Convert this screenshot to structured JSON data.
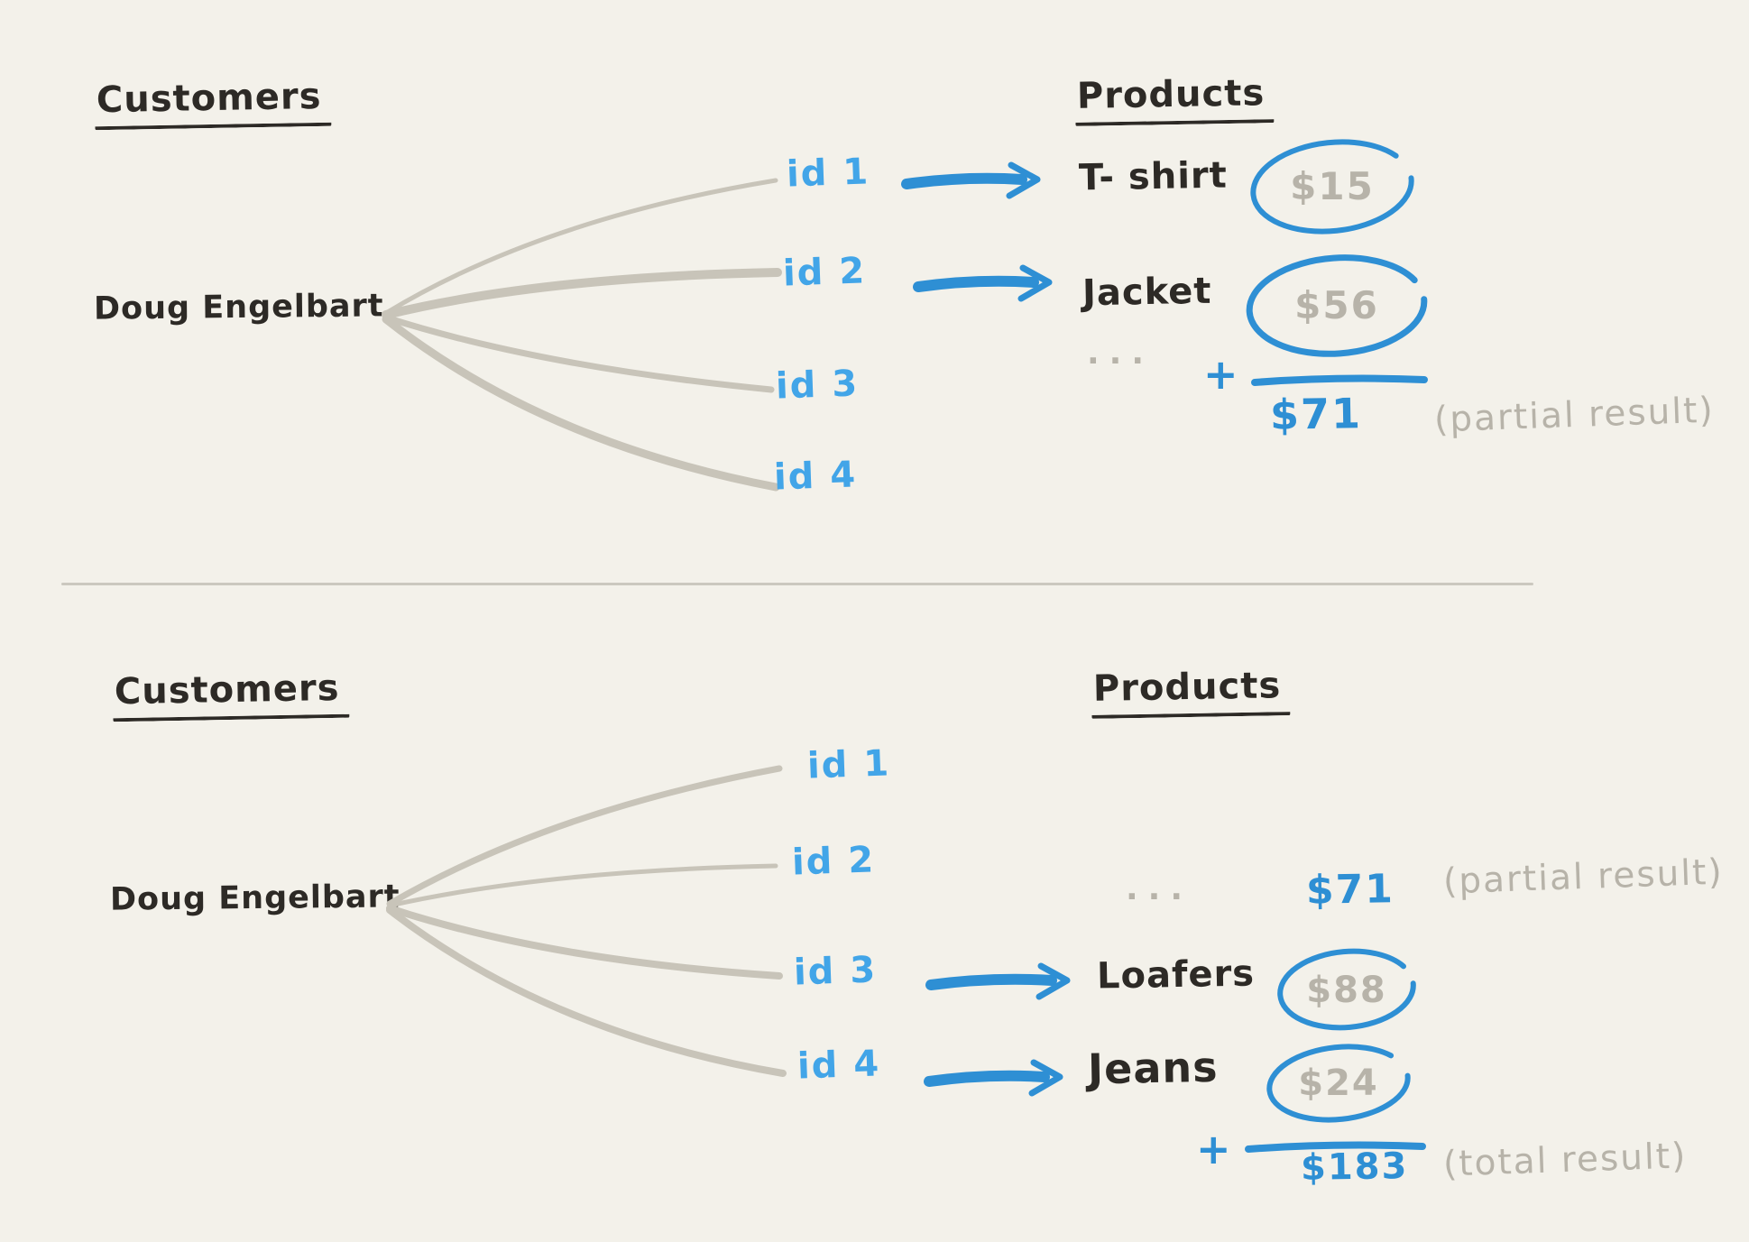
{
  "colors": {
    "bg": "#f3f1ea",
    "ink": "#2d2a26",
    "blue": "#2e8fd4",
    "blue_light": "#42a5e8",
    "gray": "#b7b3a9",
    "fan": "#c8c4b9",
    "divider": "#cbc8bf"
  },
  "top": {
    "customers": "Customers",
    "products": "Products",
    "customer": "Doug Engelbart",
    "id1": "id 1",
    "id2": "id 2",
    "id3": "id 3",
    "id4": "id 4",
    "product1": "T- shirt",
    "price1": "$15",
    "product2": "Jacket",
    "price2": "$56",
    "dots": "...",
    "plus": "+",
    "sum": "$71",
    "note": "(partial result)"
  },
  "bottom": {
    "customers": "Customers",
    "products": "Products",
    "customer": "Doug Engelbart",
    "id1": "id 1",
    "id2": "id 2",
    "id3": "id 3",
    "id4": "id 4",
    "dots": "...",
    "carry_sum": "$71",
    "carry_note": "(partial result)",
    "product3": "Loafers",
    "price3": "$88",
    "product4": "Jeans",
    "price4": "$24",
    "plus": "+",
    "sum": "$183",
    "note": "(total result)"
  }
}
